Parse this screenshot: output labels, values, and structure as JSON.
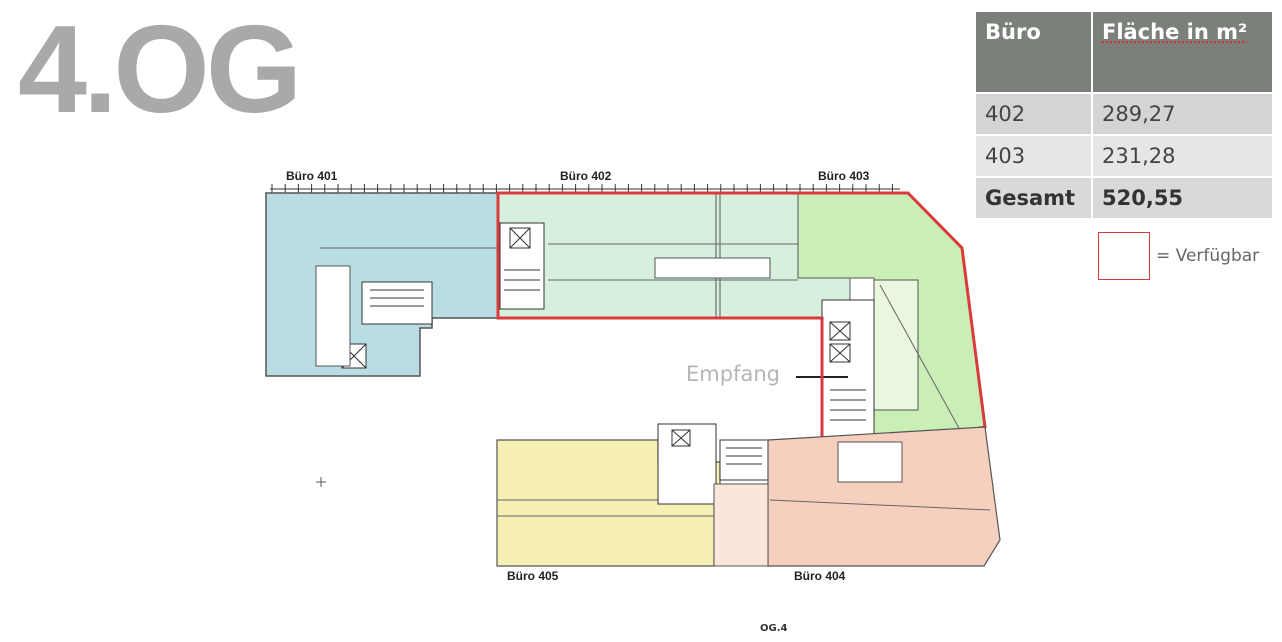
{
  "floor_title": "4.OG",
  "table": {
    "headers": [
      "Büro",
      "Fläche in m²"
    ],
    "rows": [
      {
        "office": "402",
        "area": "289,27"
      },
      {
        "office": "403",
        "area": "231,28"
      }
    ],
    "total": {
      "label": "Gesamt",
      "area": "520,55"
    }
  },
  "legend": {
    "label": "= Verfügbar",
    "color": "#d93b3b"
  },
  "plan": {
    "offices": [
      {
        "name": "Büro 401",
        "color": "#b9dde3",
        "available": false
      },
      {
        "name": "Büro 402",
        "color": "#d7f0de",
        "available": true
      },
      {
        "name": "Büro 403",
        "color": "#c9eeb6",
        "available": true
      },
      {
        "name": "Büro 404",
        "color": "#f6d0bf",
        "available": false
      },
      {
        "name": "Büro 405",
        "color": "#f7f0b4",
        "available": false
      }
    ],
    "reception_label": "Empfang",
    "caption": "OG.4"
  }
}
